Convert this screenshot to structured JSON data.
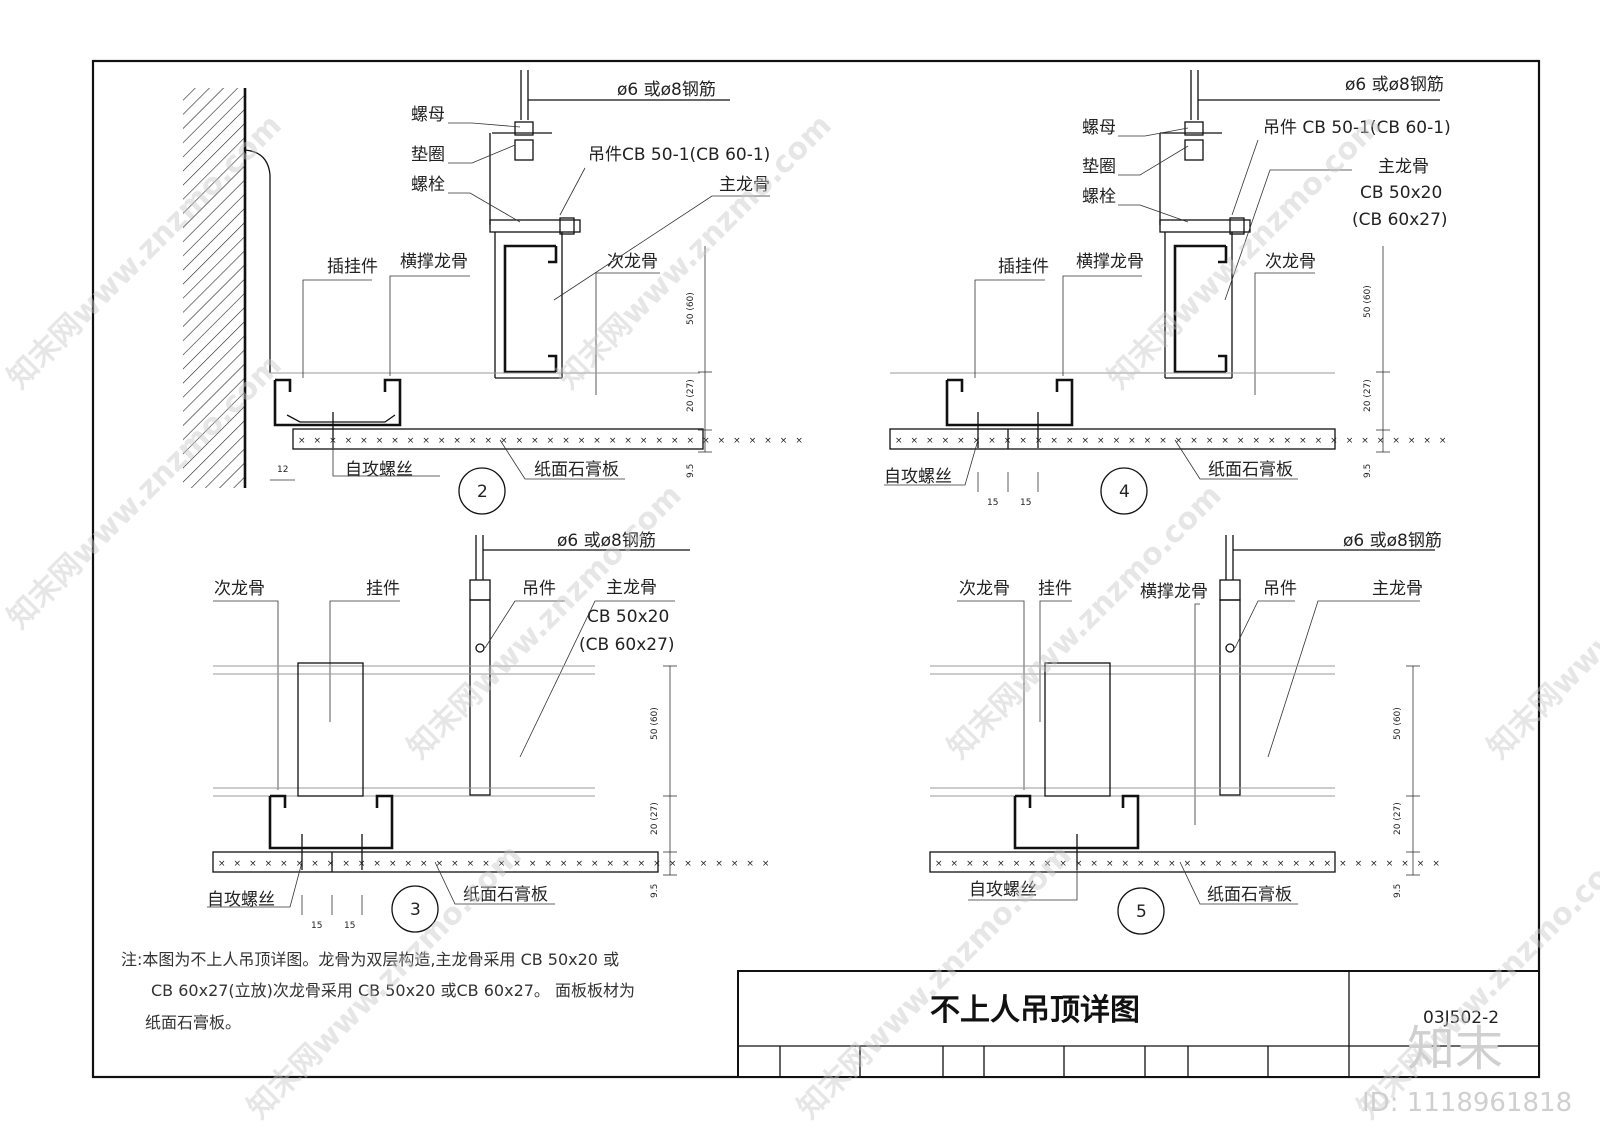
{
  "sheet": {
    "title": "不上人吊顶详图",
    "code": "03J502-2",
    "note_lines": [
      "注:本图为不上人吊顶详图。龙骨为双层构造,主龙骨采用 CB 50x20 或",
      "CB 60x27(立放)次龙骨采用 CB 50x20 或CB 60x27。   面板板材为",
      "纸面石膏板。"
    ]
  },
  "details": {
    "d2": {
      "number": "2",
      "labels": {
        "rebar": "ø6 或ø8钢筋",
        "nut": "螺母",
        "washer": "垫圈",
        "bolt": "螺栓",
        "hanger": "吊件CB 50-1(CB 60-1)",
        "main": "主龙骨",
        "clip": "插挂件",
        "cross": "横撑龙骨",
        "sub": "次龙骨",
        "screw": "自攻螺丝",
        "board": "纸面石膏板"
      },
      "dims": [
        "50 (60)",
        "20 (27)",
        "9.5",
        "12"
      ]
    },
    "d4": {
      "number": "4",
      "labels": {
        "rebar": "ø6 或ø8钢筋",
        "nut": "螺母",
        "washer": "垫圈",
        "bolt": "螺栓",
        "hanger": "吊件 CB 50-1(CB 60-1)",
        "main": "主龙骨",
        "main_spec1": "CB 50x20",
        "main_spec2": "(CB 60x27)",
        "clip": "插挂件",
        "cross": "横撑龙骨",
        "sub": "次龙骨",
        "screw": "自攻螺丝",
        "board": "纸面石膏板"
      },
      "dims": [
        "50 (60)",
        "20 (27)",
        "9.5",
        "15",
        "15"
      ]
    },
    "d3": {
      "number": "3",
      "labels": {
        "rebar": "ø6 或ø8钢筋",
        "sub": "次龙骨",
        "hang": "挂件",
        "hanger": "吊件",
        "main": "主龙骨",
        "main_spec1": "CB 50x20",
        "main_spec2": "(CB 60x27)",
        "screw": "自攻螺丝",
        "board": "纸面石膏板"
      },
      "dims": [
        "50 (60)",
        "20 (27)",
        "9.5",
        "15",
        "15"
      ]
    },
    "d5": {
      "number": "5",
      "labels": {
        "rebar": "ø6 或ø8钢筋",
        "sub": "次龙骨",
        "hang": "挂件",
        "cross": "横撑龙骨",
        "hanger": "吊件",
        "main": "主龙骨",
        "screw": "自攻螺丝",
        "board": "纸面石膏板"
      },
      "dims": [
        "50 (60)",
        "20 (27)",
        "9.5"
      ]
    }
  },
  "watermark": {
    "text": "知末网www.znzmo.com",
    "logo": "知末",
    "id": "ID: 1118961818"
  }
}
